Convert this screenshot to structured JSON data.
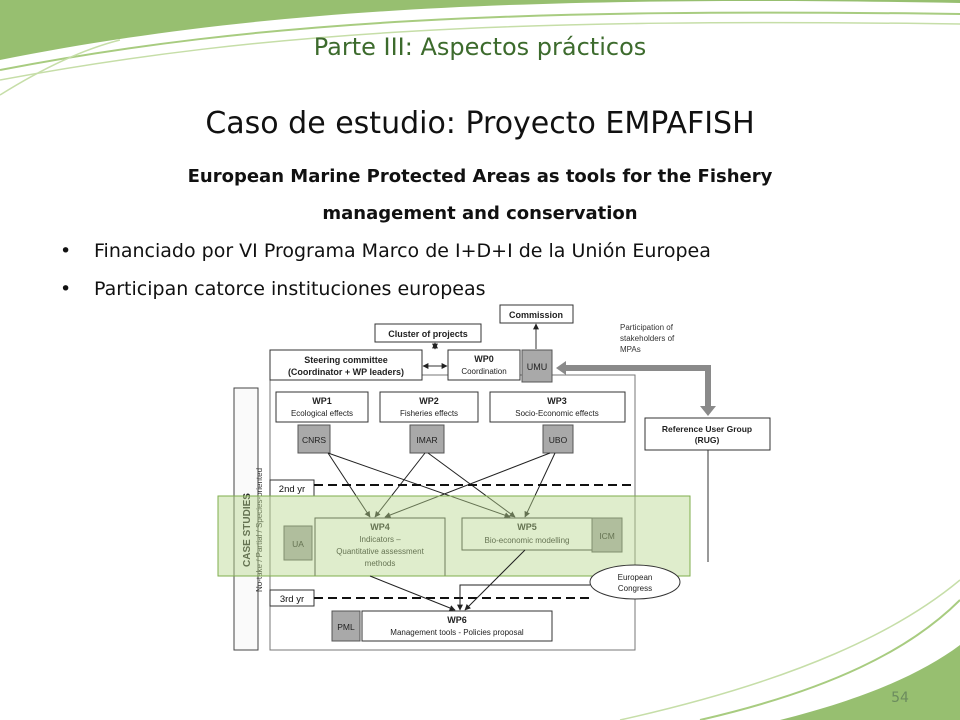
{
  "slide": {
    "section_title": "Parte III: Aspectos prácticos",
    "title": "Caso de estudio: Proyecto EMPAFISH",
    "subtitle": "European Marine Protected Areas as tools for the Fishery management and conservation",
    "bullets": [
      "Financiado por VI Programa Marco de I+D+I de la Unión Europea",
      "Participan catorce instituciones europeas"
    ],
    "bullet_symbol": "•",
    "page_number": "54",
    "colors": {
      "accent": "#3d6b2d",
      "band_fill": "#b9d88f",
      "band_stroke": "#7fae4d"
    }
  },
  "diagram": {
    "commission": "Commission",
    "cluster": "Cluster of projects",
    "participation": [
      "Participation of",
      "stakeholders of",
      "MPAs"
    ],
    "steering": [
      "Steering committee",
      "(Coordinator + WP leaders)"
    ],
    "wp0": {
      "title": "WP0",
      "sub": "Coordination"
    },
    "umu": "UMU",
    "rug": [
      "Reference User Group",
      "(RUG)"
    ],
    "wp1": {
      "title": "WP1",
      "sub": "Ecological effects",
      "partner": "CNRS"
    },
    "wp2": {
      "title": "WP2",
      "sub": "Fisheries effects",
      "partner": "IMAR"
    },
    "wp3": {
      "title": "WP3",
      "sub": "Socio-Economic effects",
      "partner": "UBO"
    },
    "year2": "2nd yr",
    "year3": "3rd yr",
    "case_studies": "CASE STUDIES",
    "case_studies_sub": "No-take / Partial / Species-oriented",
    "ua": "UA",
    "wp4": {
      "title": "WP4",
      "lines": [
        "Indicators –",
        "Quantitative assessment",
        "methods"
      ]
    },
    "wp5": {
      "title": "WP5",
      "sub": "Bio-economic modelling"
    },
    "icm": "ICM",
    "congress": [
      "European",
      "Congress"
    ],
    "pml": "PML",
    "wp6": {
      "title": "WP6",
      "sub": "Management tools - Policies proposal"
    }
  }
}
